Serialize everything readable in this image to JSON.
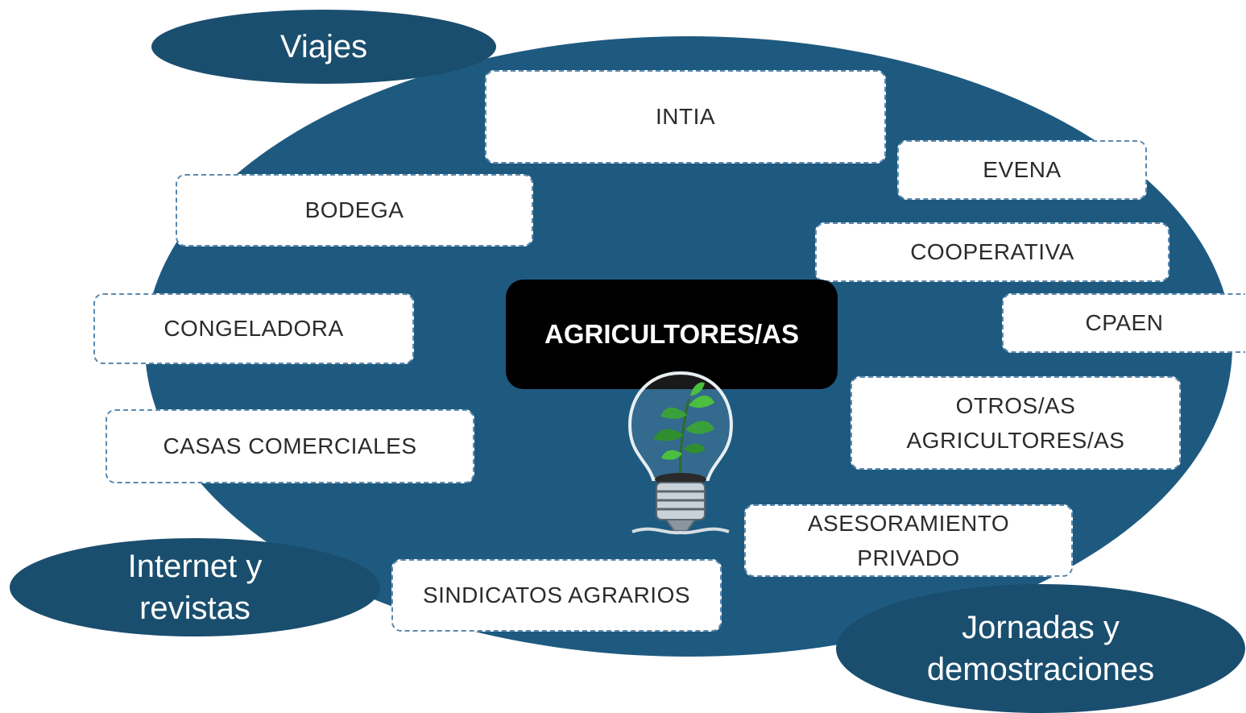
{
  "center": "AGRICULTORES/AS",
  "outer": {
    "viajes": "Viajes",
    "internet_line1": "Internet y",
    "internet_line2": "revistas",
    "jornadas_line1": "Jornadas y",
    "jornadas_line2": "demostraciones"
  },
  "nodes": {
    "intia": "INTIA",
    "evena": "EVENA",
    "bodega": "BODEGA",
    "cooperativa": "COOPERATIVA",
    "congeladora": "CONGELADORA",
    "cpaen": "CPAEN",
    "otros_line1": "OTROS/AS",
    "otros_line2": "AGRICULTORES/AS",
    "casas": "CASAS COMERCIALES",
    "asesoramiento_line1": "ASESORAMIENTO",
    "asesoramiento_line2": "PRIVADO",
    "sindicatos": "SINDICATOS AGRARIOS"
  },
  "colors": {
    "background_oval": "#1e5a80",
    "outer_oval": "#1a4e6e",
    "center_box": "#000000",
    "box_border": "#5c89ad",
    "leaf": "#3aa03a"
  },
  "icons": [
    "lightbulb-plant-icon"
  ]
}
